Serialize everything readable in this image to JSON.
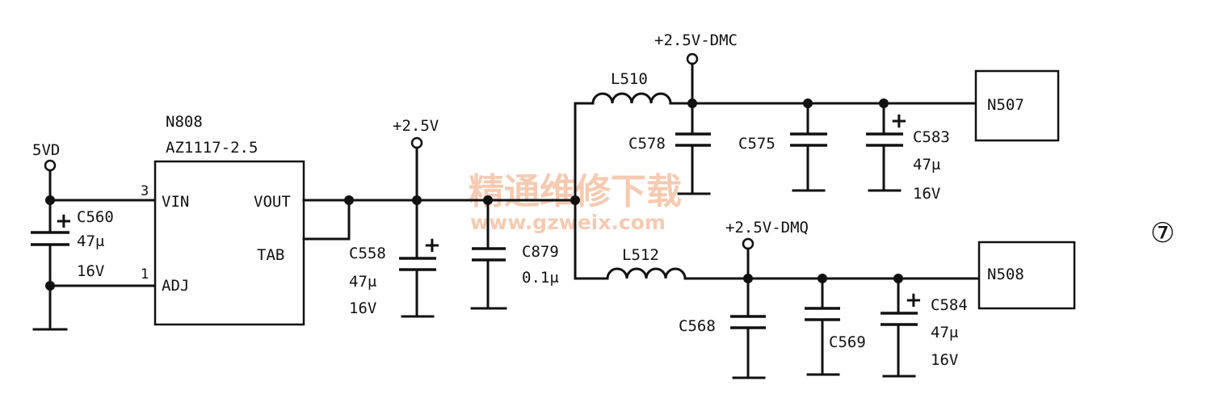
{
  "nets": {
    "vin": "5VD",
    "v25": "+2.5V",
    "dmc": "+2.5V-DMC",
    "dmq": "+2.5V-DMQ"
  },
  "regulator": {
    "ref": "N808",
    "part": "AZ1117-2.5",
    "pin_vin": "VIN",
    "pin_vout": "VOUT",
    "pin_tab": "TAB",
    "pin_adj": "ADJ",
    "pin3": "3",
    "pin1": "1"
  },
  "inductors": {
    "l510": "L510",
    "l512": "L512"
  },
  "capacitors": {
    "c560": {
      "ref": "C560",
      "value": "47μ",
      "voltage": "16V"
    },
    "c558": {
      "ref": "C558",
      "value": "47μ",
      "voltage": "16V"
    },
    "c879": {
      "ref": "C879",
      "value": "0.1μ"
    },
    "c578": {
      "ref": "C578"
    },
    "c575": {
      "ref": "C575"
    },
    "c583": {
      "ref": "C583",
      "value": "47μ",
      "voltage": "16V"
    },
    "c568": {
      "ref": "C568"
    },
    "c569": {
      "ref": "C569"
    },
    "c584": {
      "ref": "C584",
      "value": "47μ",
      "voltage": "16V"
    }
  },
  "loads": {
    "n507": "N507",
    "n508": "N508"
  },
  "polarity_mark": "+",
  "watermark": {
    "title": "精通维修下载",
    "url": "www.gzweix.com"
  },
  "figure_number": "⑦",
  "colors": {
    "ink": "#111111",
    "watermark": "#f0a070",
    "background": "#ffffff"
  }
}
